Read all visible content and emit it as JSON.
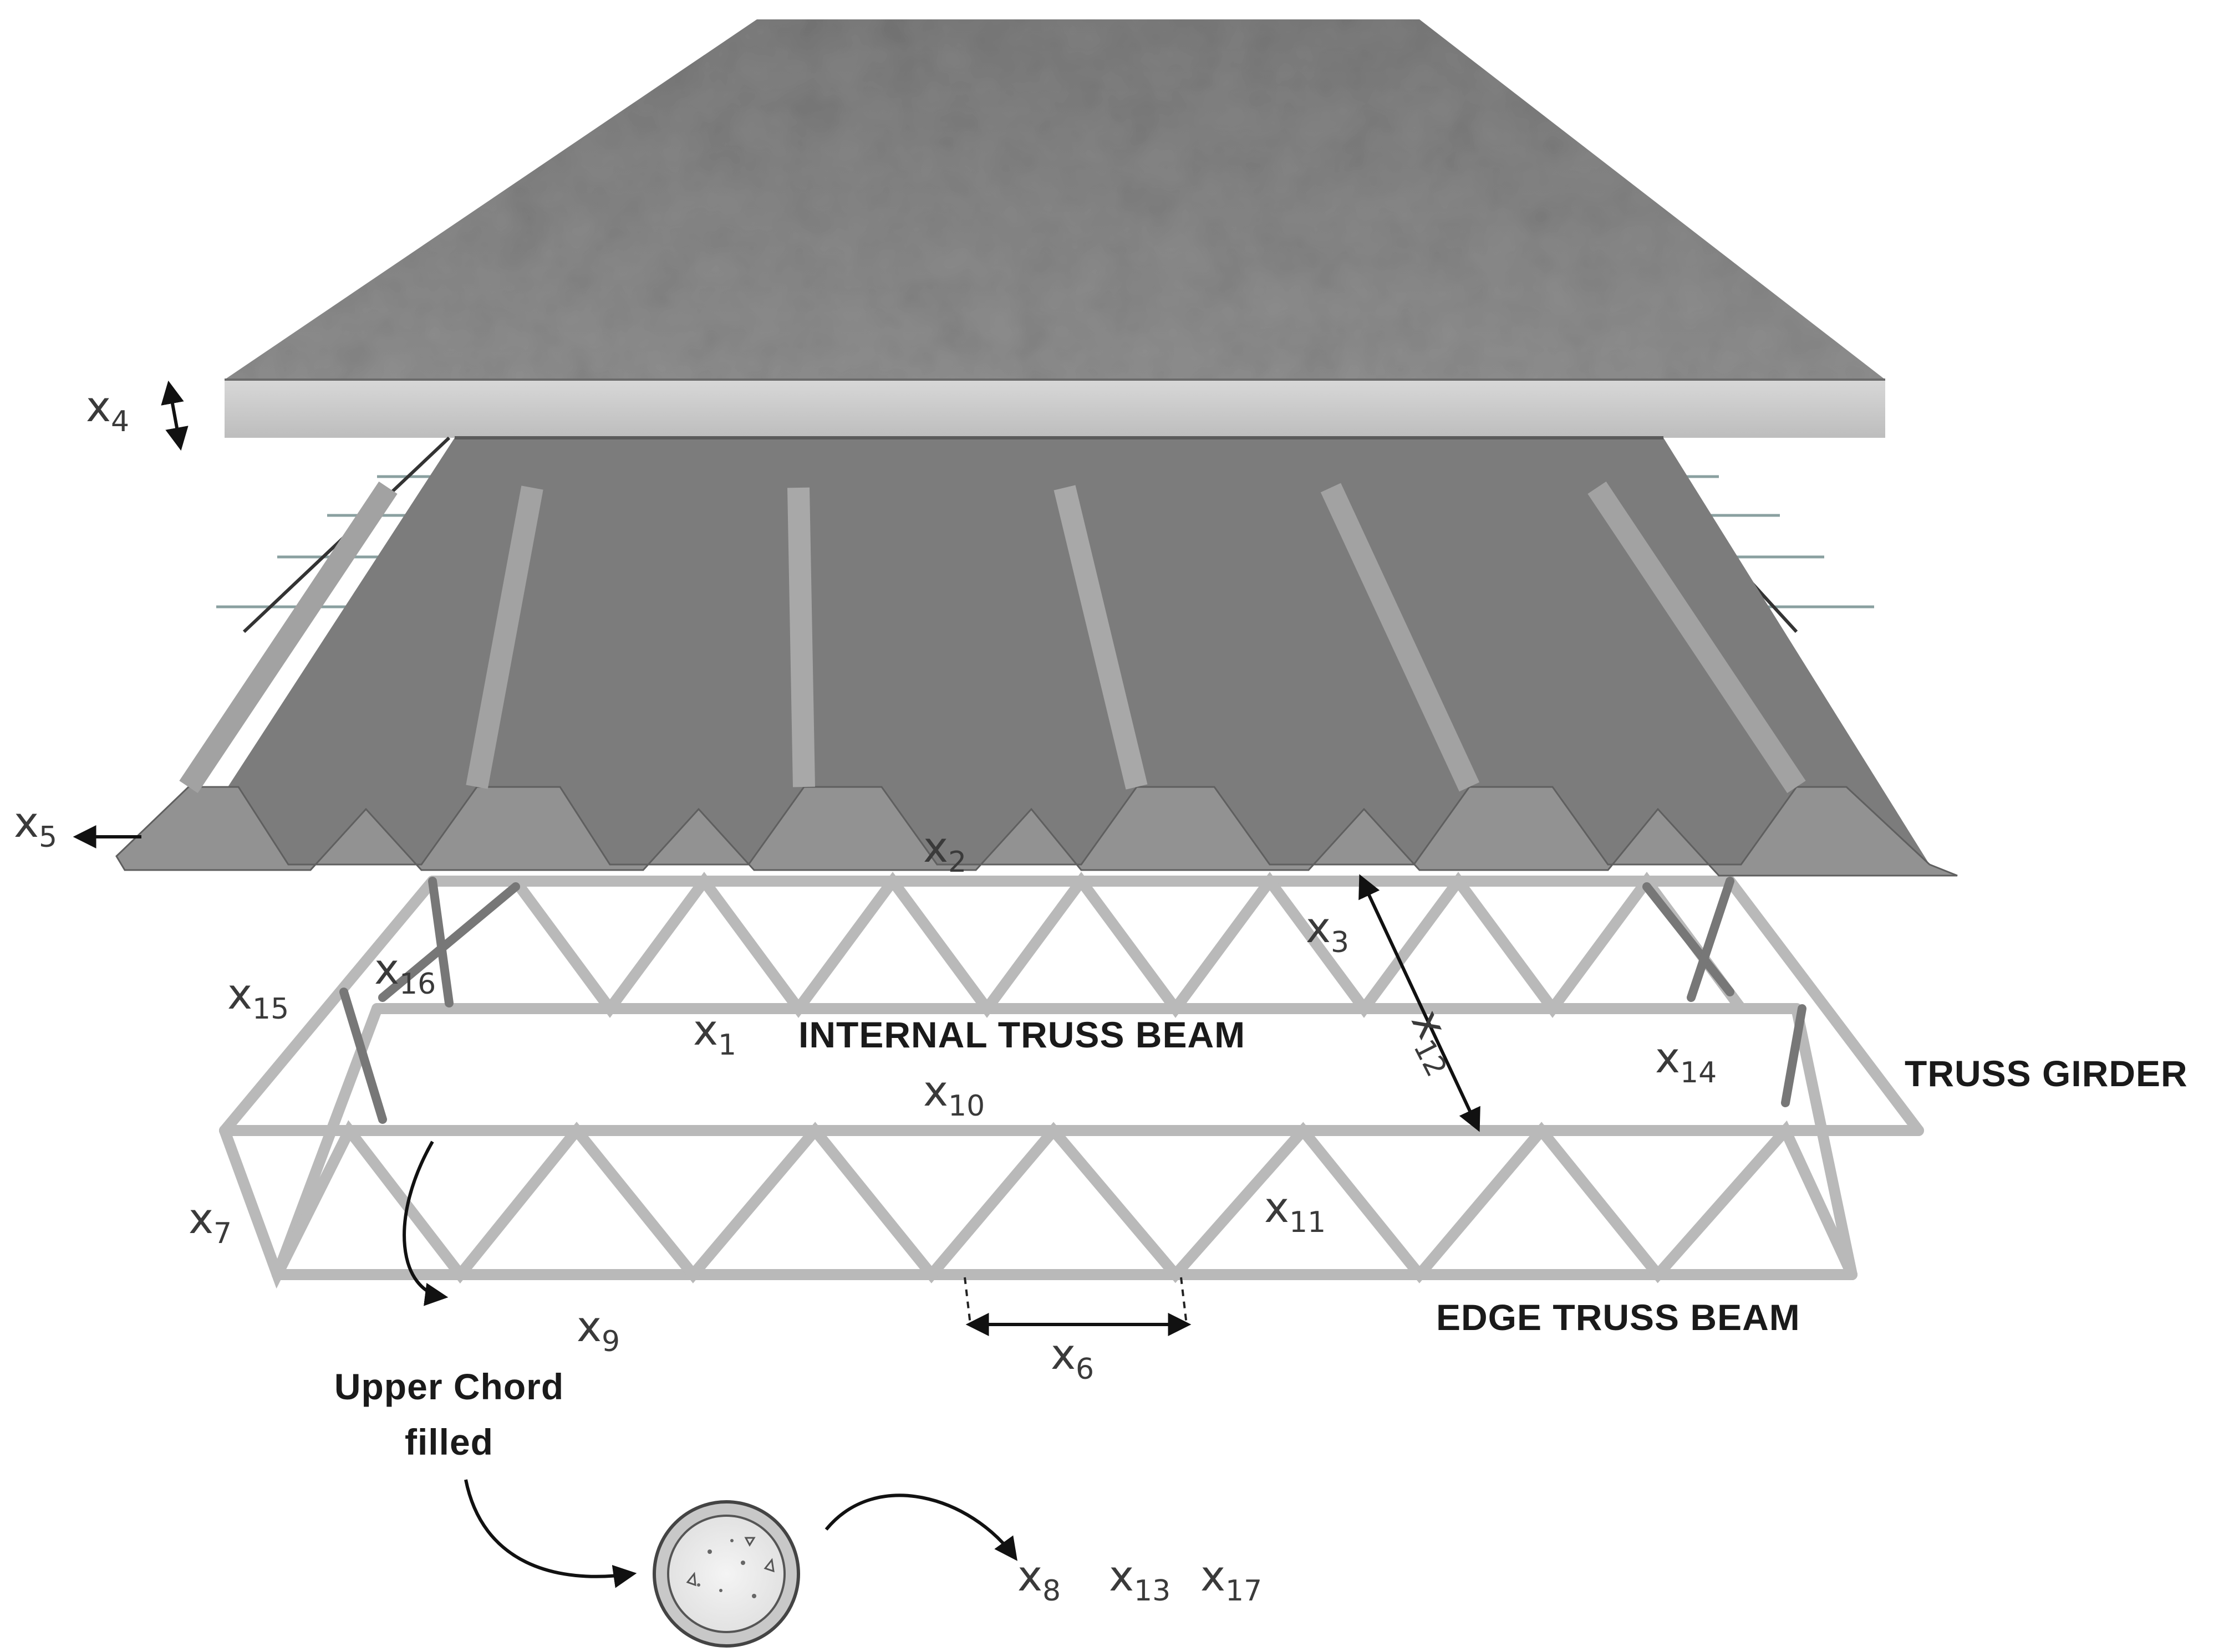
{
  "variables": [
    {
      "id": "x1",
      "base": "x",
      "sub": "1"
    },
    {
      "id": "x2",
      "base": "x",
      "sub": "2"
    },
    {
      "id": "x3",
      "base": "x",
      "sub": "3"
    },
    {
      "id": "x4",
      "base": "x",
      "sub": "4"
    },
    {
      "id": "x5",
      "base": "x",
      "sub": "5"
    },
    {
      "id": "x6",
      "base": "x",
      "sub": "6"
    },
    {
      "id": "x7",
      "base": "x",
      "sub": "7"
    },
    {
      "id": "x8",
      "base": "x",
      "sub": "8"
    },
    {
      "id": "x9",
      "base": "x",
      "sub": "9"
    },
    {
      "id": "x10",
      "base": "x",
      "sub": "10"
    },
    {
      "id": "x11",
      "base": "x",
      "sub": "11"
    },
    {
      "id": "x12",
      "base": "x",
      "sub": "12"
    },
    {
      "id": "x13",
      "base": "x",
      "sub": "13"
    },
    {
      "id": "x14",
      "base": "x",
      "sub": "14"
    },
    {
      "id": "x15",
      "base": "x",
      "sub": "15"
    },
    {
      "id": "x16",
      "base": "x",
      "sub": "16"
    },
    {
      "id": "x17",
      "base": "x",
      "sub": "17"
    }
  ],
  "labels": {
    "internal_truss_beam": "INTERNAL TRUSS BEAM",
    "truss_girder": "TRUSS GIRDER",
    "edge_truss_beam": "EDGE TRUSS BEAM",
    "upper_chord_line1": "Upper Chord",
    "upper_chord_line2": "filled"
  },
  "colors": {
    "slab": "#8a8a8a",
    "slab_edge": "#c9c9c9",
    "deck_dark": "#6e6e6e",
    "deck_mid": "#8c8c8c",
    "deck_light": "#a8a8a8",
    "truss_member": "#b9b9b9"
  }
}
